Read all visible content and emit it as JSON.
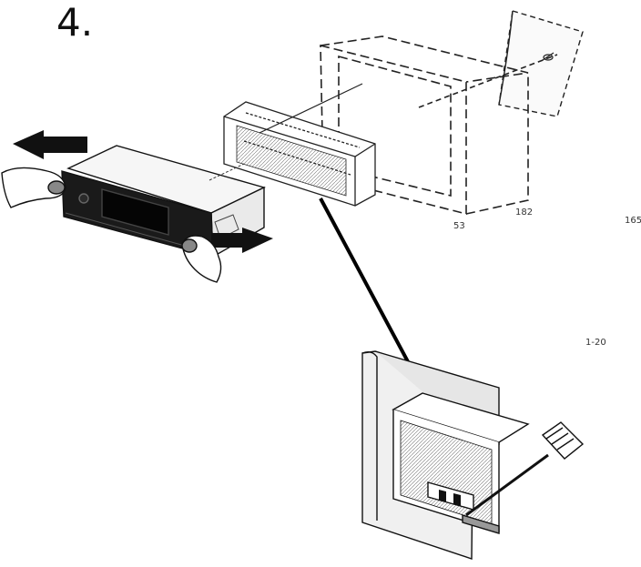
{
  "step": {
    "number": "4."
  },
  "dimensions": {
    "width": "182",
    "height": "53",
    "depth": "165",
    "angle": "1-20"
  },
  "icons": [
    "radio-unit-illustration",
    "hand-icon",
    "push-arrow-icon",
    "pull-arrow-icon",
    "mounting-sleeve-illustration",
    "dashboard-frame-illustration",
    "screwdriver-icon"
  ]
}
